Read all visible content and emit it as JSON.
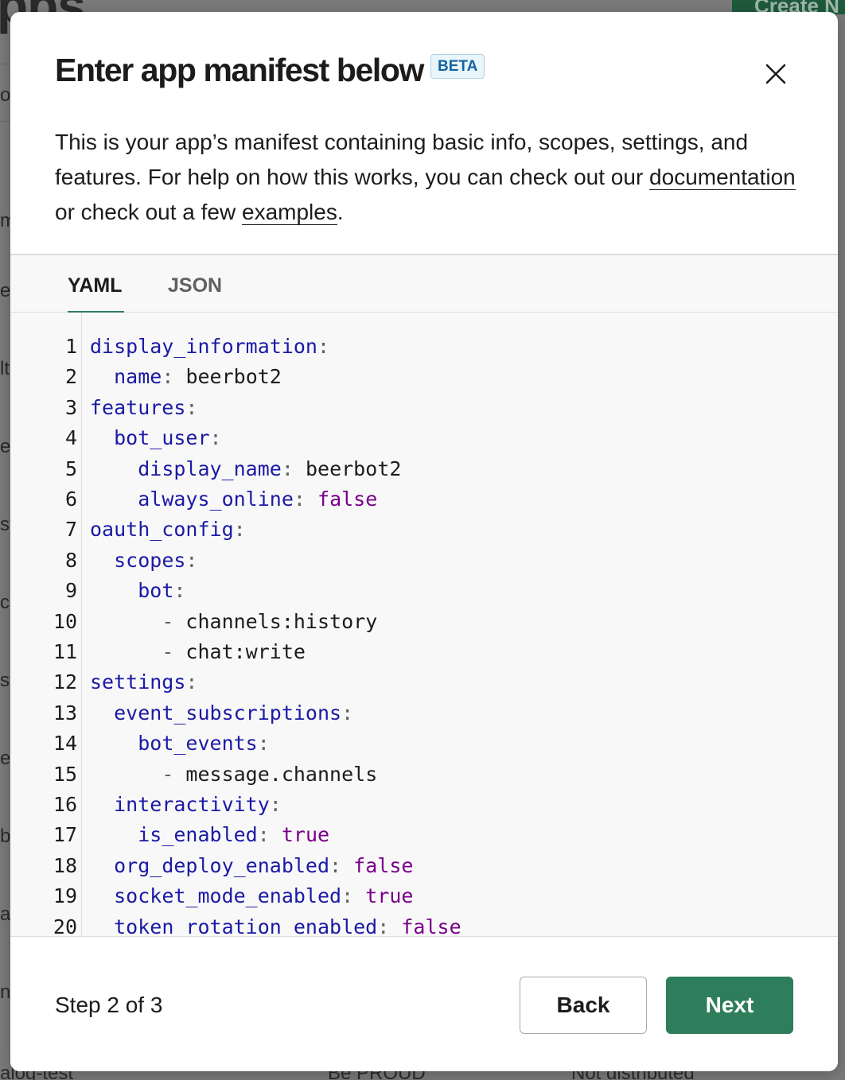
{
  "background": {
    "page_title": "pps",
    "create_button": "Create N",
    "row_letters": [
      "os",
      "m",
      "e",
      "lt",
      "e",
      "st",
      "c",
      "st",
      "er",
      "b",
      "a",
      "n"
    ],
    "bottom_row": [
      "alog-test",
      "Be PROUD",
      "Not distributed"
    ]
  },
  "modal": {
    "title": "Enter app manifest below",
    "badge": "BETA",
    "description_part1": "This is your app’s manifest containing basic info, scopes, settings, and features. For help on how this works, you can check out our ",
    "documentation_link": "documentation",
    "description_part2": " or check out a few ",
    "examples_link": "examples",
    "description_part3": ".",
    "close_icon": "close-icon"
  },
  "tabs": [
    {
      "label": "YAML",
      "active": true
    },
    {
      "label": "JSON",
      "active": false
    }
  ],
  "editor": {
    "lines": [
      {
        "num": "1",
        "indent": "",
        "key": "display_information",
        "value": "",
        "type": "none"
      },
      {
        "num": "2",
        "indent": "  ",
        "key": "name",
        "value": "beerbot2",
        "type": "str"
      },
      {
        "num": "3",
        "indent": "",
        "key": "features",
        "value": "",
        "type": "none"
      },
      {
        "num": "4",
        "indent": "  ",
        "key": "bot_user",
        "value": "",
        "type": "none"
      },
      {
        "num": "5",
        "indent": "    ",
        "key": "display_name",
        "value": "beerbot2",
        "type": "str"
      },
      {
        "num": "6",
        "indent": "    ",
        "key": "always_online",
        "value": "false",
        "type": "bool"
      },
      {
        "num": "7",
        "indent": "",
        "key": "oauth_config",
        "value": "",
        "type": "none"
      },
      {
        "num": "8",
        "indent": "  ",
        "key": "scopes",
        "value": "",
        "type": "none"
      },
      {
        "num": "9",
        "indent": "    ",
        "key": "bot",
        "value": "",
        "type": "none"
      },
      {
        "num": "10",
        "indent": "      ",
        "key": "",
        "value": "channels:history",
        "type": "item"
      },
      {
        "num": "11",
        "indent": "      ",
        "key": "",
        "value": "chat:write",
        "type": "item"
      },
      {
        "num": "12",
        "indent": "",
        "key": "settings",
        "value": "",
        "type": "none"
      },
      {
        "num": "13",
        "indent": "  ",
        "key": "event_subscriptions",
        "value": "",
        "type": "none"
      },
      {
        "num": "14",
        "indent": "    ",
        "key": "bot_events",
        "value": "",
        "type": "none"
      },
      {
        "num": "15",
        "indent": "      ",
        "key": "",
        "value": "message.channels",
        "type": "item"
      },
      {
        "num": "16",
        "indent": "  ",
        "key": "interactivity",
        "value": "",
        "type": "none"
      },
      {
        "num": "17",
        "indent": "    ",
        "key": "is_enabled",
        "value": "true",
        "type": "bool"
      },
      {
        "num": "18",
        "indent": "  ",
        "key": "org_deploy_enabled",
        "value": "false",
        "type": "bool"
      },
      {
        "num": "19",
        "indent": "  ",
        "key": "socket_mode_enabled",
        "value": "true",
        "type": "bool"
      },
      {
        "num": "20",
        "indent": "  ",
        "key": "token_rotation_enabled",
        "value": "false",
        "type": "bool"
      }
    ]
  },
  "footer": {
    "step_text": "Step 2 of 3",
    "back_label": "Back",
    "next_label": "Next"
  },
  "colors": {
    "accent": "#2e7d5b",
    "yaml_key": "#1a1aa6",
    "yaml_bool": "#770088",
    "badge_text": "#1264a3"
  }
}
